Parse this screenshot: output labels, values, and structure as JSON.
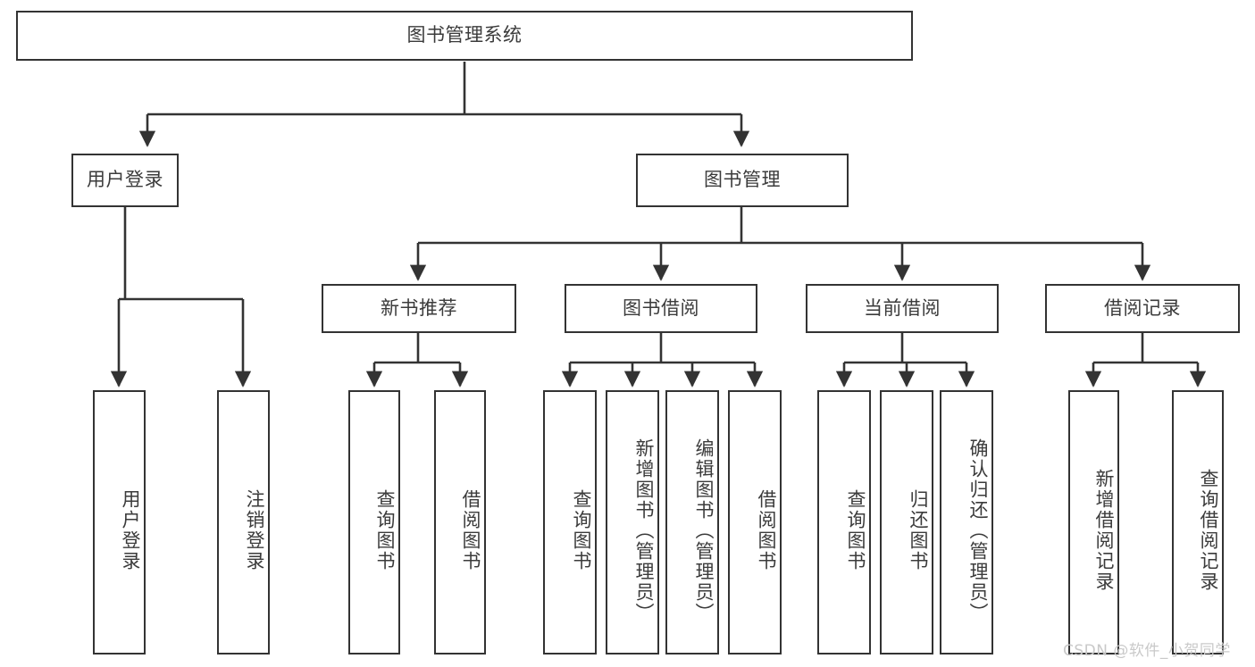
{
  "diagram": {
    "type": "tree",
    "title": "图书管理系统",
    "watermark": "CSDN @软件_小贺同学",
    "colors": {
      "background": "#ffffff",
      "stroke": "#333333",
      "text": "#3b3b3b",
      "watermark": "#c9c9c9"
    },
    "nodes": {
      "root": "图书管理系统",
      "login": "用户登录",
      "book_mgmt": "图书管理",
      "new_book_rec": "新书推荐",
      "book_borrow": "图书借阅",
      "current_borrow": "当前借阅",
      "borrow_record": "借阅记录",
      "login_user": "用户登录",
      "login_logout": "注销登录",
      "rec_query_book": "查询图书",
      "rec_borrow_book": "借阅图书",
      "borrow_query_book": "查询图书",
      "borrow_add_book": "新增图书（管理员）",
      "borrow_edit_book": "编辑图书（管理员）",
      "borrow_borrow_book": "借阅图书",
      "cur_query_book": "查询图书",
      "cur_return_book": "归还图书",
      "cur_confirm_return": "确认归还（管理员）",
      "rec_add_record": "新增借阅记录",
      "rec_query_record": "查询借阅记录"
    },
    "edges": [
      {
        "from": "root",
        "to": "login"
      },
      {
        "from": "root",
        "to": "book_mgmt"
      },
      {
        "from": "login",
        "to": "login_user"
      },
      {
        "from": "login",
        "to": "login_logout"
      },
      {
        "from": "book_mgmt",
        "to": "new_book_rec"
      },
      {
        "from": "book_mgmt",
        "to": "book_borrow"
      },
      {
        "from": "book_mgmt",
        "to": "current_borrow"
      },
      {
        "from": "book_mgmt",
        "to": "borrow_record"
      },
      {
        "from": "new_book_rec",
        "to": "rec_query_book"
      },
      {
        "from": "new_book_rec",
        "to": "rec_borrow_book"
      },
      {
        "from": "book_borrow",
        "to": "borrow_query_book"
      },
      {
        "from": "book_borrow",
        "to": "borrow_add_book"
      },
      {
        "from": "book_borrow",
        "to": "borrow_edit_book"
      },
      {
        "from": "book_borrow",
        "to": "borrow_borrow_book"
      },
      {
        "from": "current_borrow",
        "to": "cur_query_book"
      },
      {
        "from": "current_borrow",
        "to": "cur_return_book"
      },
      {
        "from": "current_borrow",
        "to": "cur_confirm_return"
      },
      {
        "from": "borrow_record",
        "to": "rec_add_record"
      },
      {
        "from": "borrow_record",
        "to": "rec_query_record"
      }
    ]
  }
}
